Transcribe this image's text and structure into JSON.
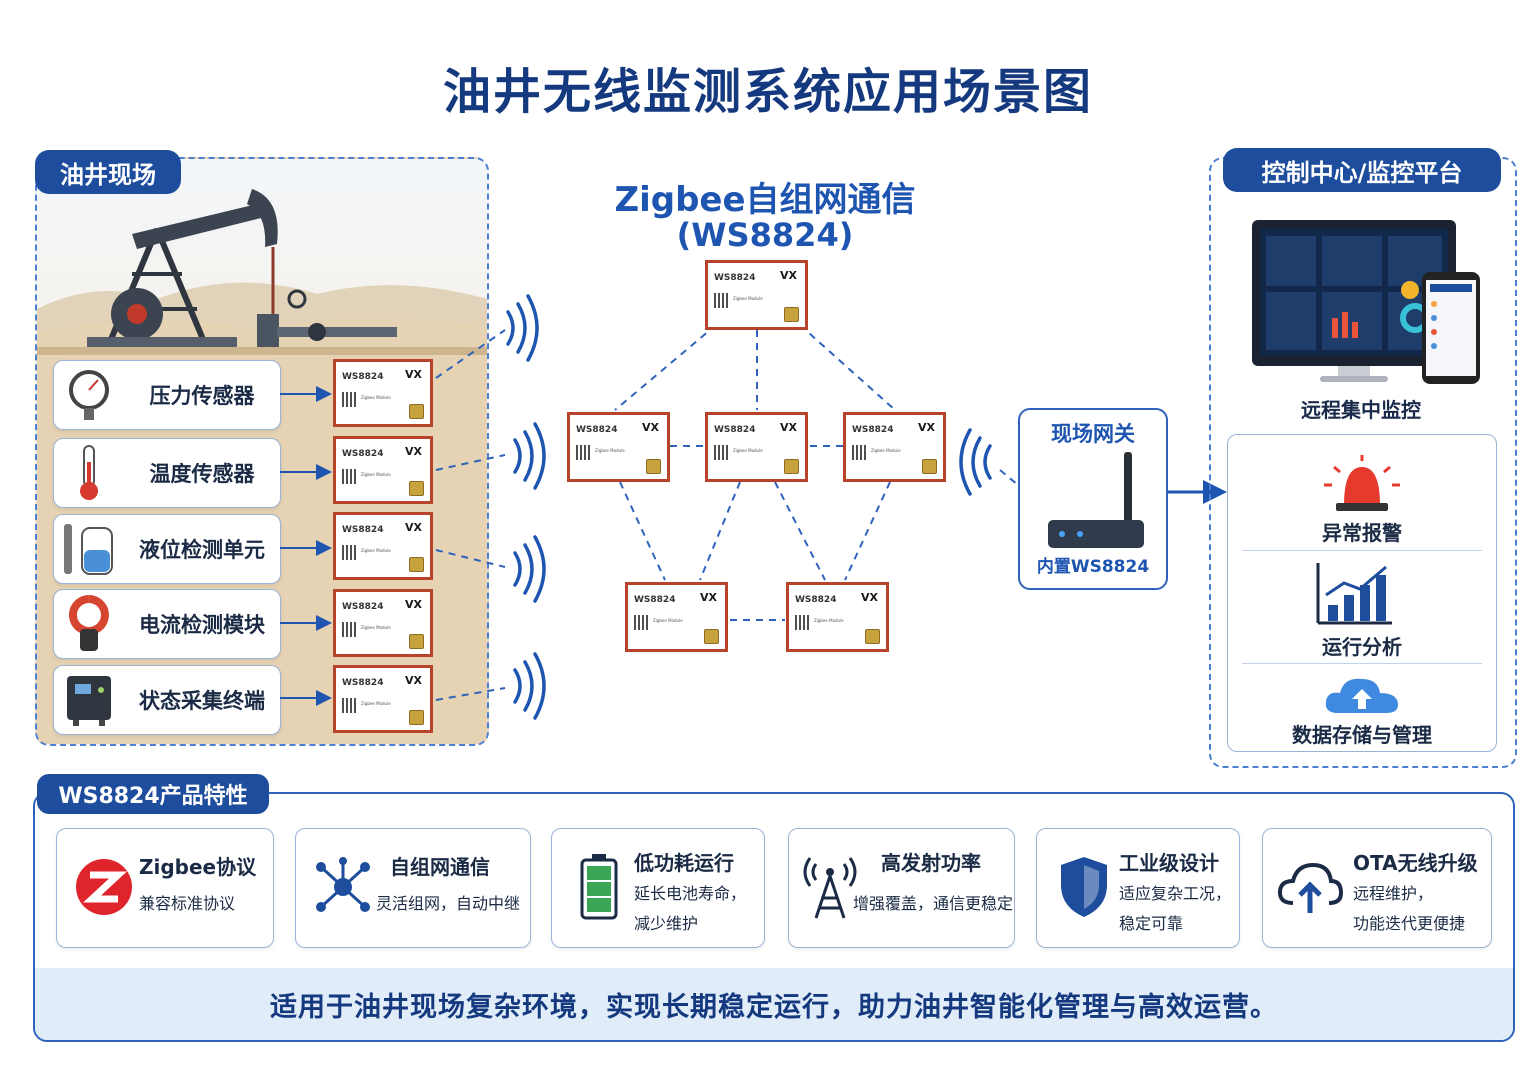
{
  "title": "油井无线监测系统应用场景图",
  "left_panel": {
    "tag": "油井现场",
    "sensors": [
      {
        "label": "压力传感器",
        "icon": "pressure-gauge-icon"
      },
      {
        "label": "温度传感器",
        "icon": "thermometer-icon"
      },
      {
        "label": "液位检测单元",
        "icon": "level-sensor-icon"
      },
      {
        "label": "电流检测模块",
        "icon": "current-clamp-icon"
      },
      {
        "label": "状态采集终端",
        "icon": "terminal-box-icon"
      }
    ]
  },
  "module": {
    "name": "WS8824",
    "logo": "VX",
    "text": "Zigbee Module"
  },
  "network": {
    "title": "Zigbee自组网通信",
    "subtitle": "(WS8824)"
  },
  "gateway": {
    "title": "现场网关",
    "subtitle": "内置WS8824"
  },
  "right_panel": {
    "tag": "控制中心/监控平台",
    "monitor_label": "远程集中监控",
    "functions": [
      {
        "label": "异常报警",
        "icon": "alarm-light-icon"
      },
      {
        "label": "运行分析",
        "icon": "bar-chart-icon"
      },
      {
        "label": "数据存储与管理",
        "icon": "cloud-upload-icon"
      }
    ]
  },
  "features": {
    "tag": "WS8824产品特性",
    "items": [
      {
        "title": "Zigbee协议",
        "lines": [
          "兼容标准协议"
        ],
        "icon": "zigbee-logo-icon"
      },
      {
        "title": "自组网通信",
        "lines": [
          "灵活组网，自动中继"
        ],
        "icon": "network-nodes-icon"
      },
      {
        "title": "低功耗运行",
        "lines": [
          "延长电池寿命，",
          "减少维护"
        ],
        "icon": "battery-icon"
      },
      {
        "title": "高发射功率",
        "lines": [
          "增强覆盖，通信更稳定"
        ],
        "icon": "antenna-tower-icon"
      },
      {
        "title": "工业级设计",
        "lines": [
          "适应复杂工况，",
          "稳定可靠"
        ],
        "icon": "shield-icon"
      },
      {
        "title": "OTA无线升级",
        "lines": [
          "远程维护，",
          "功能迭代更便捷"
        ],
        "icon": "cloud-upgrade-icon"
      }
    ],
    "slogan": "适用于油井现场复杂环境，实现长期稳定运行，助力油井智能化管理与高效运营。"
  },
  "colors": {
    "primary": "#1d4d9c",
    "accent": "#1e55b1",
    "module_border": "#b6432a"
  }
}
